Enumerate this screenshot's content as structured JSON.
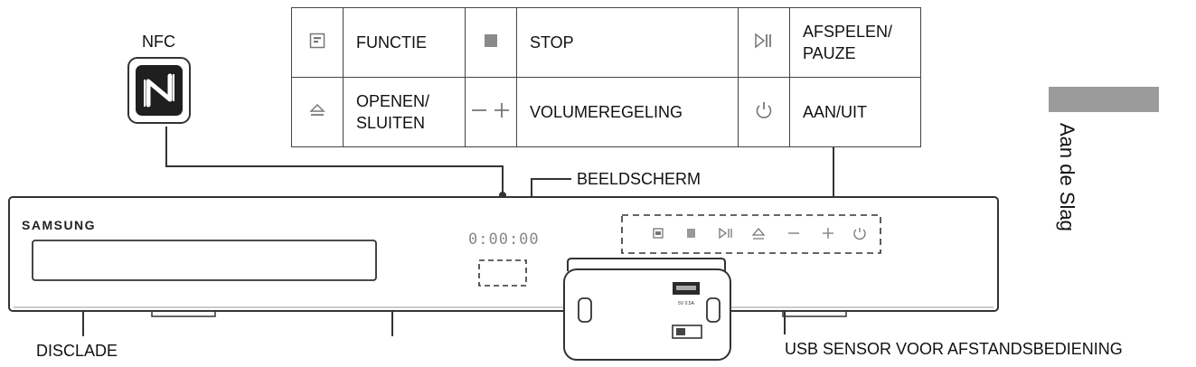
{
  "legend": {
    "rows": [
      [
        {
          "icon": "function-icon",
          "label": "FUNCTIE"
        },
        {
          "icon": "stop-icon",
          "label": "STOP"
        },
        {
          "icon": "play-pause-icon",
          "label": "AFSPELEN/ PAUZE"
        }
      ],
      [
        {
          "icon": "eject-icon",
          "label": "OPENEN/ SLUITEN"
        },
        {
          "icon": "volume-minus-plus-icon",
          "label": "VOLUMEREGELING"
        },
        {
          "icon": "power-icon",
          "label": "AAN/UIT"
        }
      ]
    ]
  },
  "callouts": {
    "nfc": "NFC",
    "display": "BEELDSCHERM",
    "disc_tray": "DISCLADE",
    "usb_sensor": "USB SENSOR VOOR AFSTANDSBEDIENING"
  },
  "device": {
    "brand": "SAMSUNG",
    "display_digits": "0:00:00",
    "usb_marking": "5V 0.5A"
  },
  "side_tab": {
    "label": "Aan de Slag"
  },
  "colors": {
    "line": "#333333",
    "tab_gray": "#9b9b9b",
    "icon_gray": "#777777"
  }
}
